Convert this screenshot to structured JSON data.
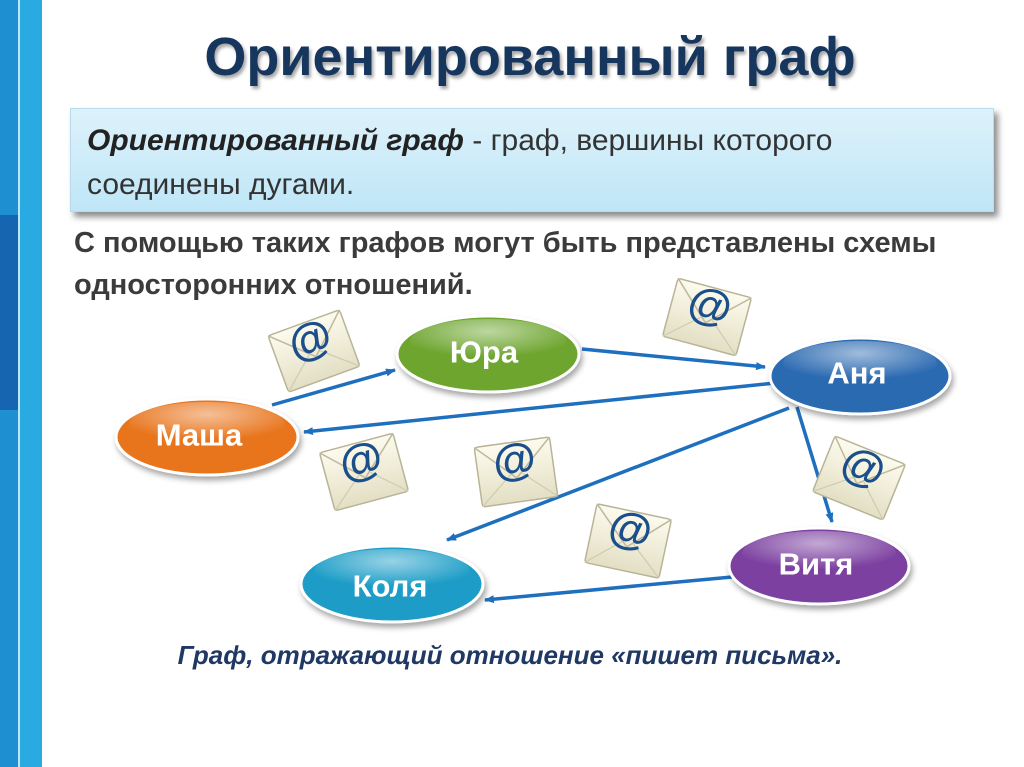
{
  "slide": {
    "title": "Ориентированный граф",
    "definition": {
      "term": "Ориентированный граф",
      "text": " - граф, вершины которого соединены дугами."
    },
    "intro": "С помощью таких графов могут быть представлены схемы односторонних отношений.",
    "caption": "Граф, отражающий отношение «пишет письма»."
  },
  "graph": {
    "nodes": {
      "masha": {
        "label": "Маша",
        "color": "#e8741c"
      },
      "yura": {
        "label": "Юра",
        "color": "#6da52e"
      },
      "anya": {
        "label": "Аня",
        "color": "#2c6ab1"
      },
      "vitya": {
        "label": "Витя",
        "color": "#7b3fa0"
      },
      "kolya": {
        "label": "Коля",
        "color": "#1a9cc6"
      }
    },
    "edges": [
      {
        "from": "Маша",
        "to": "Юра"
      },
      {
        "from": "Юра",
        "to": "Аня"
      },
      {
        "from": "Аня",
        "to": "Маша"
      },
      {
        "from": "Аня",
        "to": "Витя"
      },
      {
        "from": "Аня",
        "to": "Коля"
      },
      {
        "from": "Витя",
        "to": "Коля"
      }
    ],
    "envelope_icon": "@",
    "arrow_color": "#1f6fbf"
  }
}
